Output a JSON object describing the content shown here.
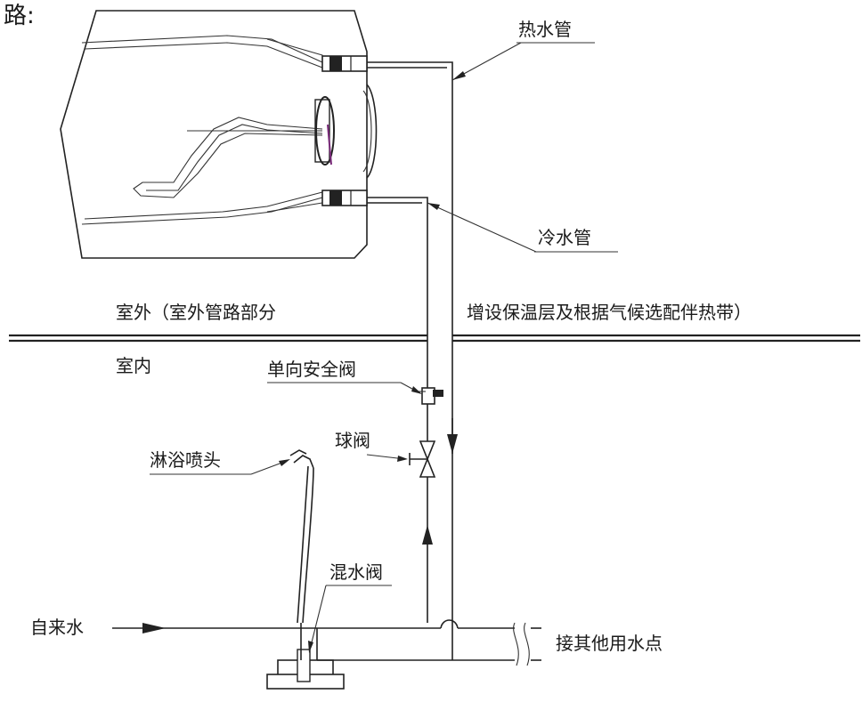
{
  "labels": {
    "corner_text": "路:",
    "hot_pipe": "热水管",
    "cold_pipe": "冷水管",
    "outdoor_section": "室外（室外管路部分",
    "insulation_note": "增设保温层及根据气候选配伴热带）",
    "indoor": "室内",
    "check_valve": "单向安全阀",
    "ball_valve": "球阀",
    "shower_head": "淋浴喷头",
    "mixing_valve": "混水阀",
    "tap_water": "自来水",
    "other_outlets": "接其他用水点"
  }
}
